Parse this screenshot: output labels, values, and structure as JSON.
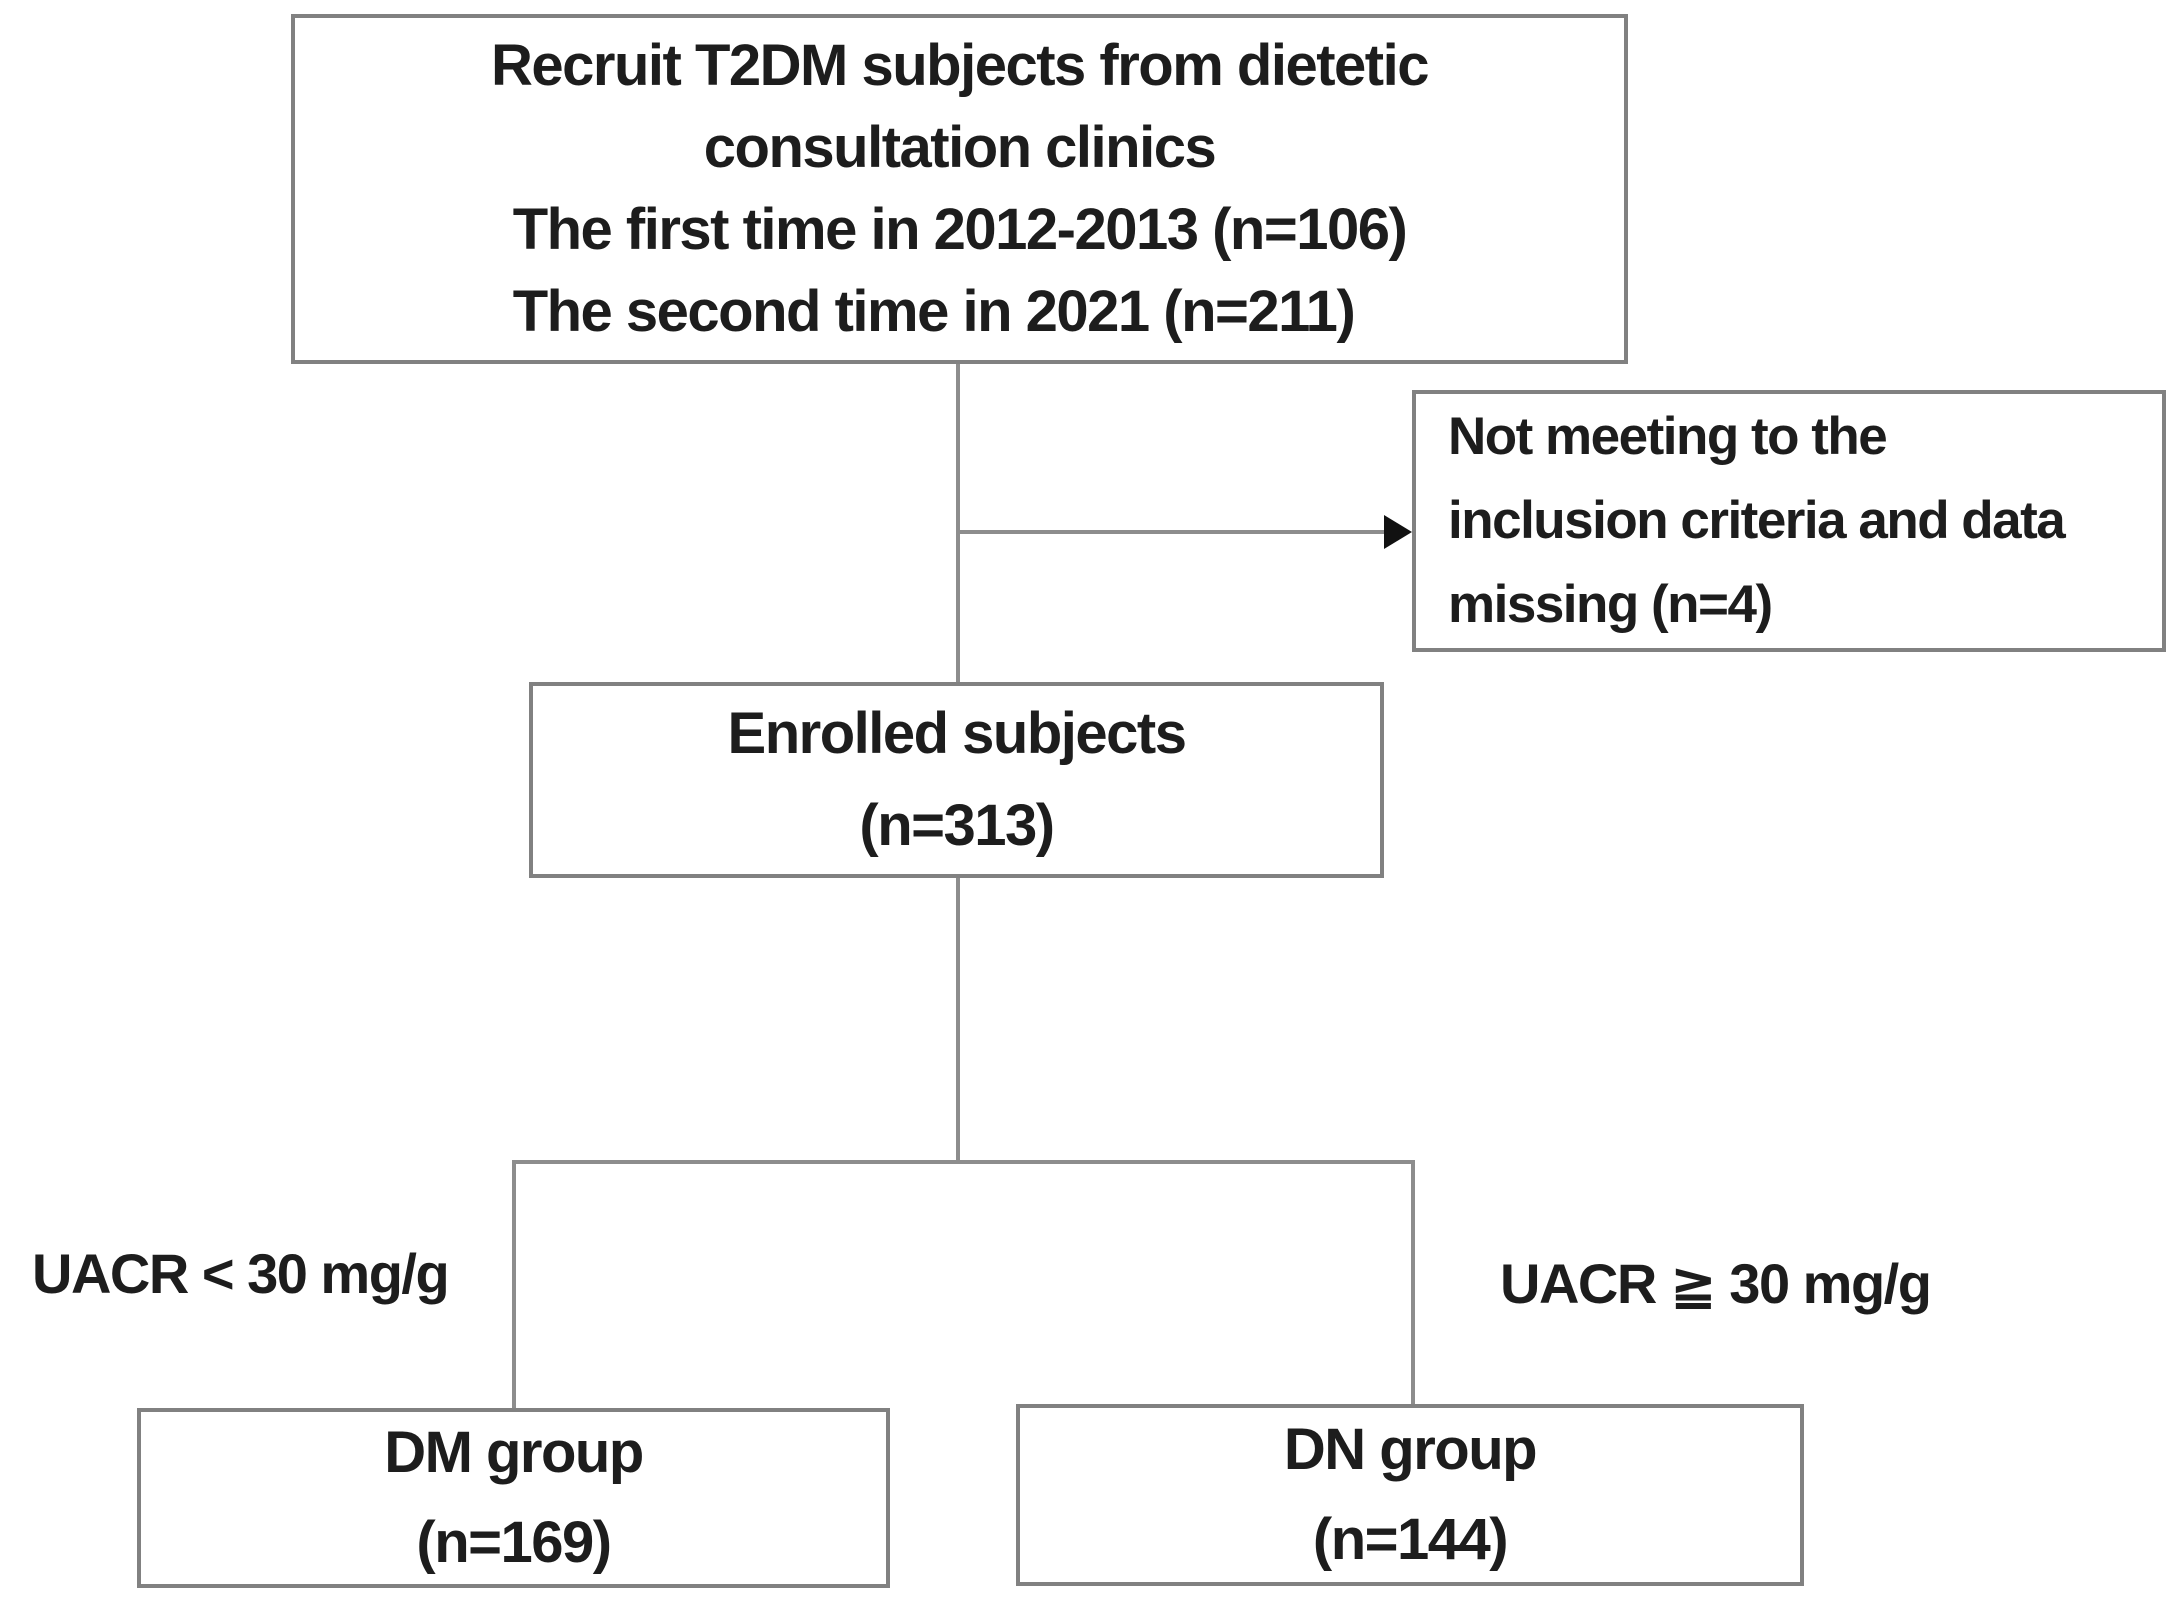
{
  "colors": {
    "background": "#ffffff",
    "box_border": "#818181",
    "connector": "#8d8d8d",
    "text": "#1d1d1d",
    "arrowhead": "#111111"
  },
  "boxes": {
    "recruit": {
      "centered_lines": [
        "Recruit T2DM subjects from dietetic",
        "consultation clinics"
      ],
      "left_lines": [
        "The first time in 2012-2013 (n=106)",
        "The second time in 2021 (n=211)"
      ]
    },
    "excluded": {
      "lines": [
        "Not meeting to the",
        "inclusion criteria and data",
        "missing (n=4)"
      ]
    },
    "enrolled": {
      "lines": [
        "Enrolled subjects",
        "(n=313)"
      ]
    },
    "dm_group": {
      "lines": [
        "DM group",
        "(n=169)"
      ]
    },
    "dn_group": {
      "lines": [
        "DN group",
        "(n=144)"
      ]
    }
  },
  "branch_labels": {
    "left": "UACR < 30 mg/g",
    "right": "UACR ≧ 30 mg/g"
  }
}
